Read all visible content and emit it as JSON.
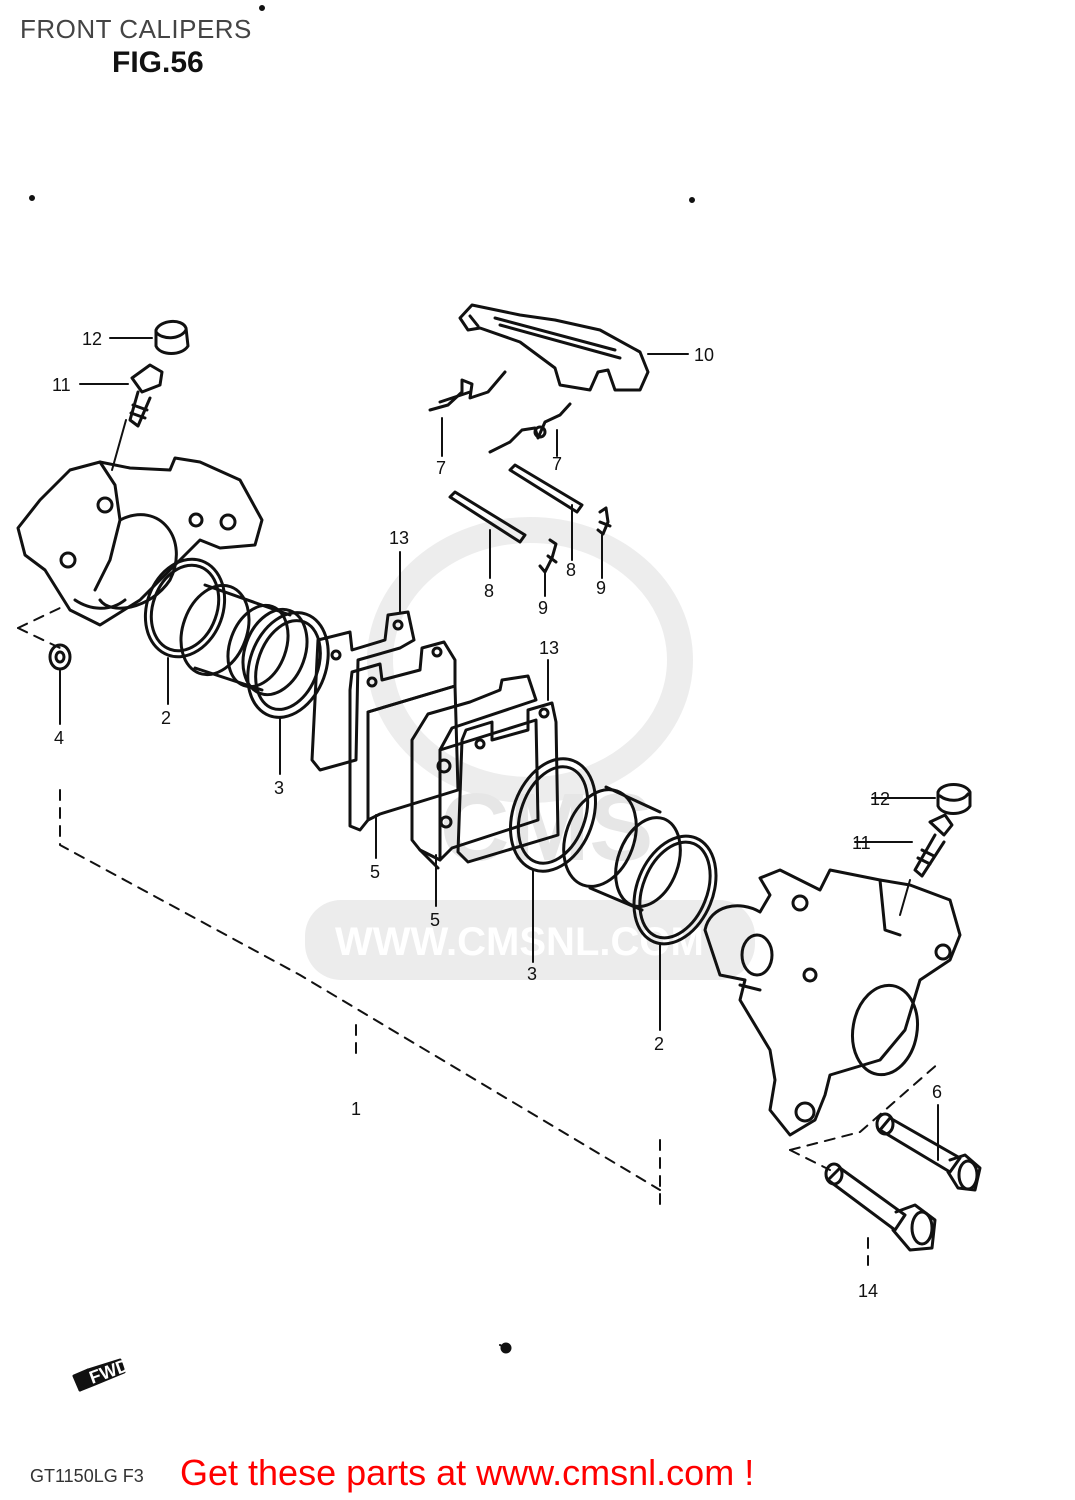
{
  "header": {
    "title": "FRONT CALIPERS",
    "figure": "FIG.56"
  },
  "watermark": {
    "site": "WWW.CMSNL.COM",
    "logo": "CMS"
  },
  "parts": {
    "p12a": "12",
    "p11a": "11",
    "p10": "10",
    "p7a": "7",
    "p7b": "7",
    "p8a": "8",
    "p8b": "8",
    "p9a": "9",
    "p9b": "9",
    "p13a": "13",
    "p13b": "13",
    "p4": "4",
    "p2a": "2",
    "p3a": "3",
    "p5a": "5",
    "p5b": "5",
    "p3b": "3",
    "p2b": "2",
    "p1": "1",
    "p12b": "12",
    "p11b": "11",
    "p6": "6",
    "p14": "14"
  },
  "fwd": {
    "label": "FWD"
  },
  "footer": {
    "code": "GT1150LG F3",
    "cta": "Get these parts at www.cmsnl.com !"
  },
  "colors": {
    "cta": "#ff0000",
    "ink": "#111111"
  }
}
